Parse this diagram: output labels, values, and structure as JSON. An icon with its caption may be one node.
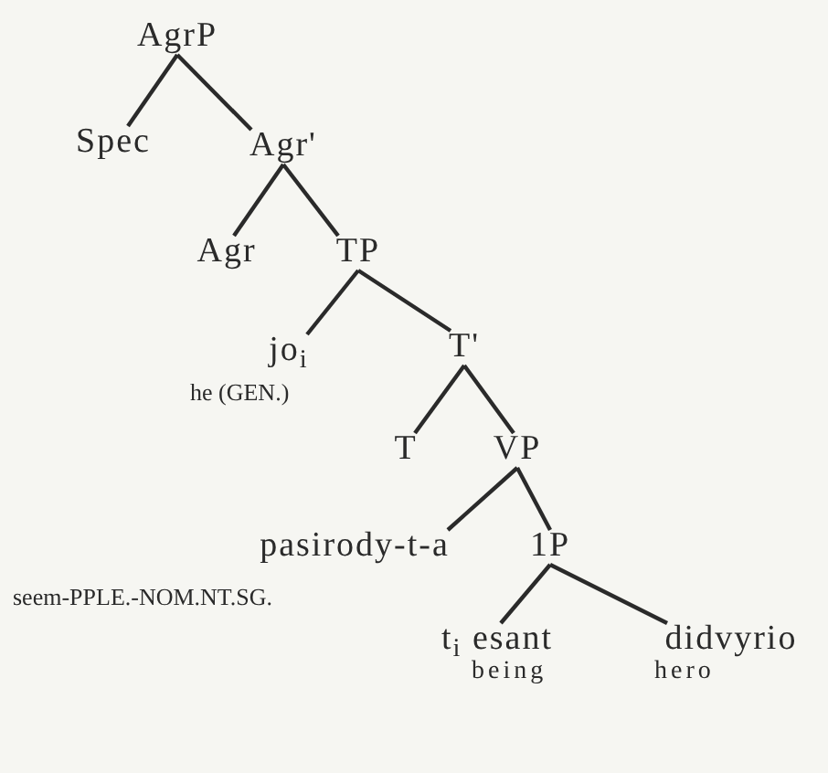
{
  "diagram": {
    "nodes": [
      {
        "text": [
          "AgrP"
        ]
      },
      {
        "text": [
          "Spec"
        ]
      },
      {
        "text": [
          "Agr'"
        ]
      },
      {
        "text": [
          "Agr"
        ]
      },
      {
        "text": [
          "TP"
        ]
      },
      {
        "text": [
          "jo$_{i}$"
        ],
        "beside": [
          "he (GEN.)"
        ]
      },
      {
        "text": [
          "T'"
        ]
      },
      {
        "text": [
          "T"
        ]
      },
      {
        "text": [
          "VP"
        ]
      },
      {
        "text": [
          "pasirody-t-a"
        ],
        "beside": [
          "seem-PPLE.-NOM.NT.SG."
        ]
      },
      {
        "text": [
          "1P"
        ]
      },
      {
        "text": [
          "t$_{i}$ esant"
        ],
        "beside": [
          "being"
        ]
      },
      {
        "text": [
          "didvyrio"
        ],
        "beside": [
          "hero"
        ]
      }
    ],
    "edges": [
      {
        "from": 0,
        "to": 1,
        "arrow": "none"
      },
      {
        "from": 0,
        "to": 2,
        "arrow": "none"
      },
      {
        "from": 2,
        "to": 3,
        "arrow": "none"
      },
      {
        "from": 2,
        "to": 4,
        "arrow": "none"
      },
      {
        "from": 4,
        "to": 5,
        "arrow": "none"
      },
      {
        "from": 4,
        "to": 6,
        "arrow": "none"
      },
      {
        "from": 6,
        "to": 7,
        "arrow": "none"
      },
      {
        "from": 6,
        "to": 8,
        "arrow": "none"
      },
      {
        "from": 8,
        "to": 9,
        "arrow": "none"
      },
      {
        "from": 8,
        "to": 10,
        "arrow": "none"
      },
      {
        "from": 10,
        "to": 11,
        "arrow": "none"
      },
      {
        "from": 10,
        "to": 12,
        "arrow": "none"
      }
    ]
  }
}
